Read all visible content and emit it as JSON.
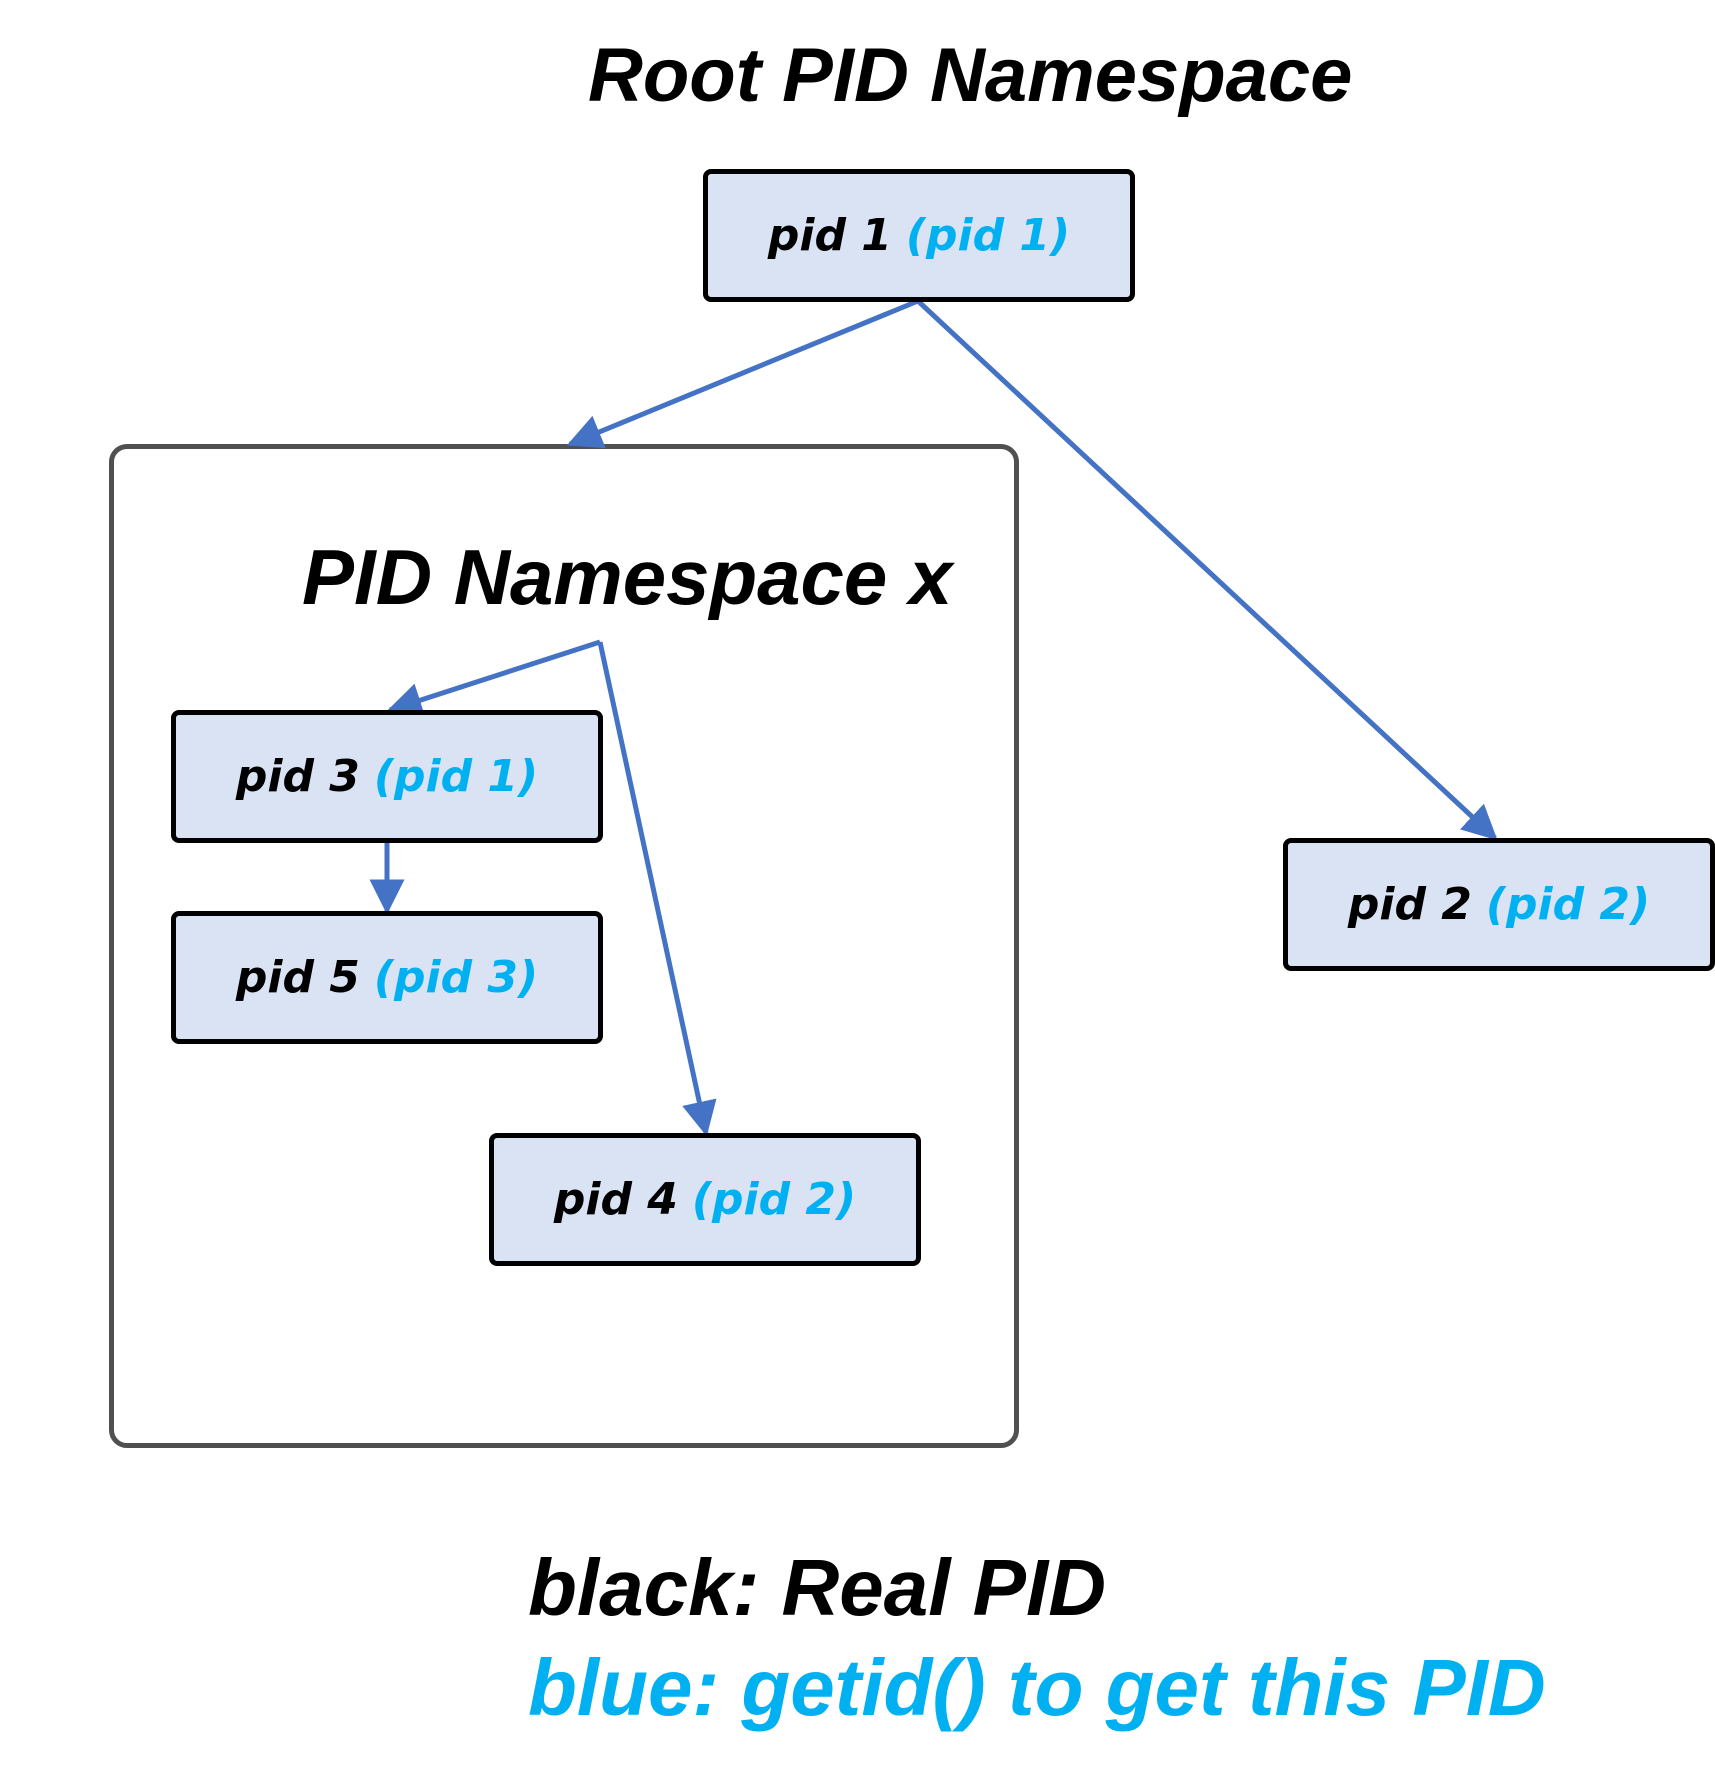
{
  "titles": {
    "root": "Root PID Namespace",
    "namespace": "PID Namespace x"
  },
  "nodes": {
    "pid1": {
      "real": "pid 1",
      "ns": "(pid 1)"
    },
    "pid2": {
      "real": "pid 2",
      "ns": "(pid 2)"
    },
    "pid3": {
      "real": "pid 3",
      "ns": "(pid 1)"
    },
    "pid4": {
      "real": "pid 4",
      "ns": "(pid 2)"
    },
    "pid5": {
      "real": "pid 5",
      "ns": "(pid 3)"
    }
  },
  "edges": [
    {
      "from": "pid1",
      "to": "namespace-x"
    },
    {
      "from": "pid1",
      "to": "pid2"
    },
    {
      "from": "namespace-x",
      "to": "pid3"
    },
    {
      "from": "namespace-x",
      "to": "pid4"
    },
    {
      "from": "pid3",
      "to": "pid5"
    }
  ],
  "legend": {
    "black": "black: Real PID",
    "blue": "blue: getid() to get this PID"
  },
  "colors": {
    "real_pid": "#000000",
    "namespace_pid": "#00b0f0",
    "box_fill": "#dae3f3",
    "arrow": "#4472c4",
    "namespace_border": "#505050"
  }
}
